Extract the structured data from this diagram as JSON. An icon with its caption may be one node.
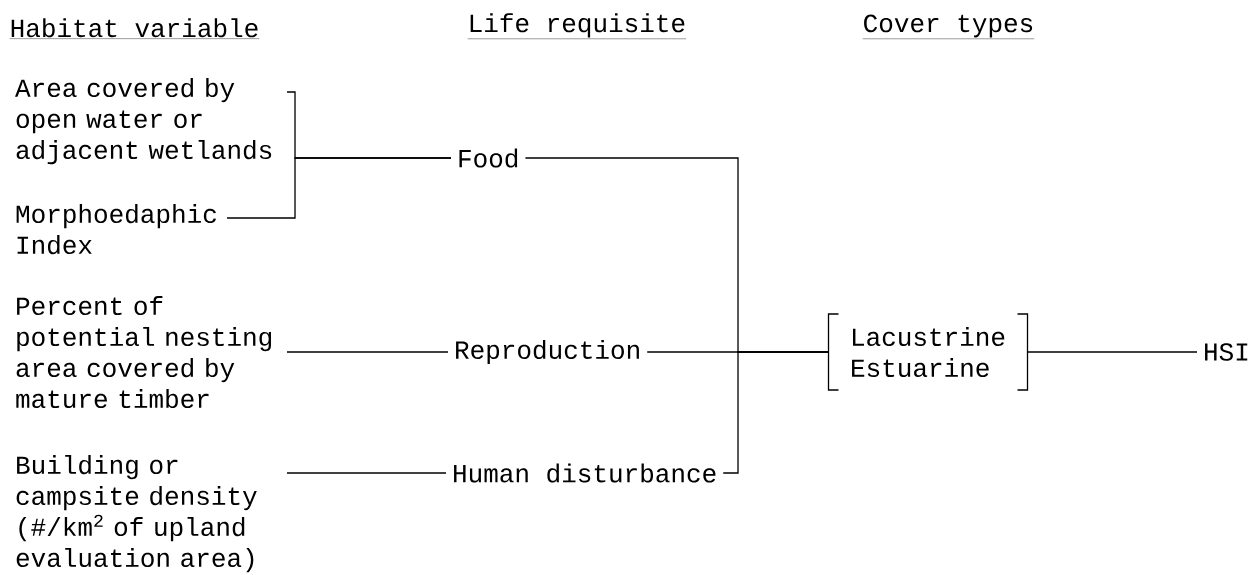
{
  "diagram": {
    "nodes": [
      {
        "text": [
          "Area covered by open water or adjacent wetlands"
        ]
      },
      {
        "text": [
          "Morphoedaphic Index"
        ]
      },
      {
        "text": [
          "Percent of potential nesting area covered by mature timber"
        ]
      },
      {
        "text": [
          "Building or campsite density (#/km$^{2}$ of upland evaluation area)"
        ]
      },
      {
        "text": [
          "Food"
        ]
      },
      {
        "text": [
          "Reproduction"
        ]
      },
      {
        "text": [
          "Human disturbance"
        ]
      },
      {
        "text": [
          "Lacustrine",
          "Estuarine"
        ]
      },
      {
        "text": [
          "HSI"
        ]
      }
    ],
    "edges": [
      {
        "from": 0,
        "to": 4,
        "arrow": "none"
      },
      {
        "from": 1,
        "to": 4,
        "arrow": "none"
      },
      {
        "from": 2,
        "to": 5,
        "arrow": "none"
      },
      {
        "from": 3,
        "to": 6,
        "arrow": "none"
      },
      {
        "from": 4,
        "to": 7,
        "arrow": "none"
      },
      {
        "from": 5,
        "to": 7,
        "arrow": "none"
      },
      {
        "from": 6,
        "to": 7,
        "arrow": "none"
      },
      {
        "from": 7,
        "to": 8,
        "arrow": "none"
      }
    ],
    "labels": [
      "Habitat variable",
      "Life requisite",
      "Cover types"
    ]
  }
}
